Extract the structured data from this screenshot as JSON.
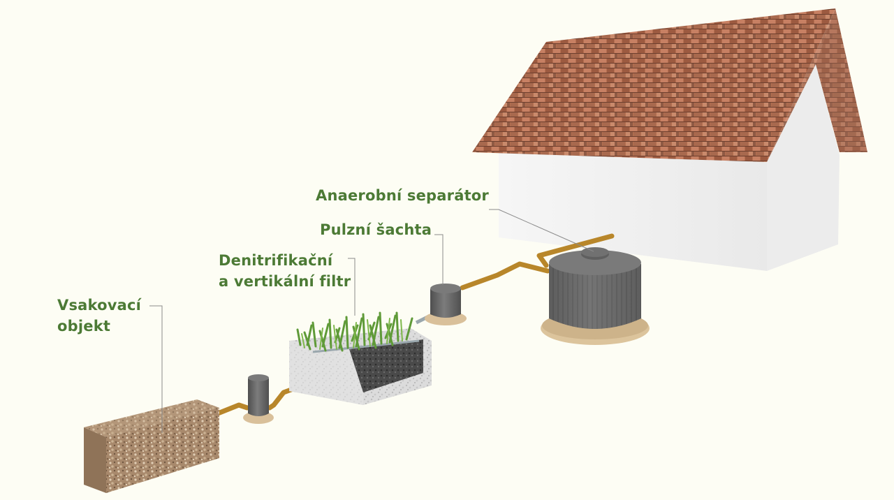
{
  "labels": {
    "anaerobic_separator": "Anaerobní separátor",
    "pulse_shaft": "Pulzní šachta",
    "filter_line1": "Denitrifikační",
    "filter_line2": "a vertikální filtr",
    "soak_line1": "Vsakovací",
    "soak_line2": "objekt"
  },
  "colors": {
    "background": "#fdfdf4",
    "label_text": "#4c7a35",
    "leader_line": "#8a8a8a",
    "pipe": "#b8862a",
    "tank": "#6e6e6e",
    "roof": "#b86e4e",
    "wall": "#f1f1f1",
    "grass": "#5f9a38",
    "gravel": "#d9d9d9",
    "soil": "#a4866a"
  }
}
